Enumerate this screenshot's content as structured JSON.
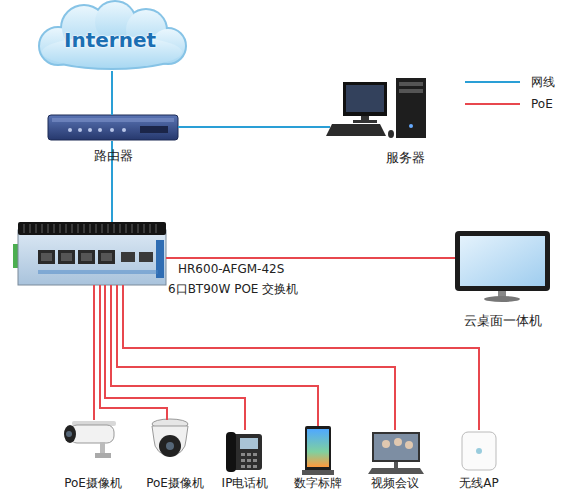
{
  "diagram": {
    "nodes": [
      {
        "text": [
          "Internet"
        ]
      },
      {
        "text": [
          "路由器"
        ]
      },
      {
        "text": [
          "服务器"
        ]
      },
      {
        "text": [
          "HR600-AFGM-42S",
          "6口BT90W POE 交换机"
        ]
      },
      {
        "text": [
          "云桌面一体机"
        ]
      },
      {
        "text": [
          "PoE摄像机"
        ]
      },
      {
        "text": [
          "PoE摄像机"
        ]
      },
      {
        "text": [
          "IP电话机"
        ]
      },
      {
        "text": [
          "数字标牌"
        ]
      },
      {
        "text": [
          "视频会议"
        ]
      },
      {
        "text": [
          "无线AP"
        ]
      }
    ],
    "edges": [
      {
        "from": 0,
        "to": 1,
        "arrow": "none"
      },
      {
        "from": 1,
        "to": 2,
        "arrow": "none"
      },
      {
        "from": 1,
        "to": 3,
        "arrow": "none"
      },
      {
        "from": 3,
        "to": 4,
        "arrow": "none"
      },
      {
        "from": 3,
        "to": 5,
        "arrow": "none"
      },
      {
        "from": 3,
        "to": 6,
        "arrow": "none"
      },
      {
        "from": 3,
        "to": 7,
        "arrow": "none"
      },
      {
        "from": 3,
        "to": 8,
        "arrow": "none"
      },
      {
        "from": 3,
        "to": 9,
        "arrow": "none"
      },
      {
        "from": 3,
        "to": 10,
        "arrow": "none"
      }
    ],
    "legend": [
      {
        "text": "网线"
      },
      {
        "text": "PoE"
      }
    ]
  }
}
